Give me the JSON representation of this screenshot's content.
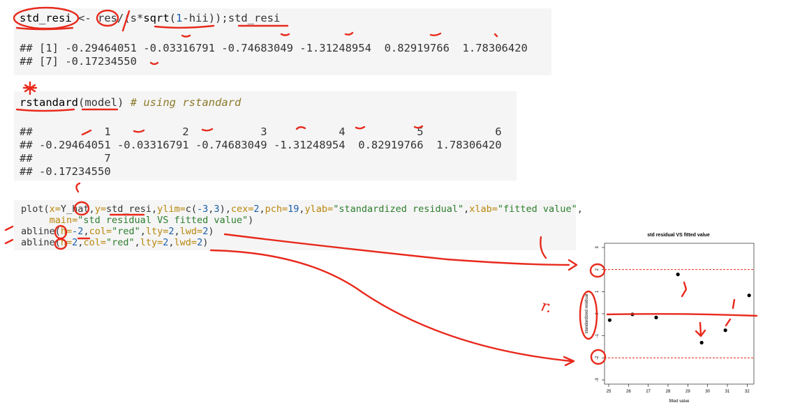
{
  "code_chunks": [
    {
      "input": {
        "var": "std_resi",
        "assign": " <- ",
        "res": "res",
        "slash": "/",
        "open": "(",
        "s_mult": "s*",
        "sqrt": "sqrt",
        "paren_open": "(",
        "one": "1",
        "minus_hii": "-hii",
        "close": "));",
        "tail": "std_resi"
      },
      "output_lines": [
        "## [1] -0.29464051 -0.03316791 -0.74683049 -1.31248954  0.82919766  1.78306420",
        "## [7] -0.17234550"
      ]
    },
    {
      "input": {
        "fn": "rstandard",
        "open": "(",
        "arg": "model",
        "close": ")",
        "comment": " # using rstandard"
      },
      "output_lines": [
        "##           1           2           3           4           5           6",
        "## -0.29464051 -0.03316791 -0.74683049 -1.31248954  0.82919766  1.78306420",
        "##           7",
        "## -0.17234550"
      ]
    },
    {
      "lines": [
        {
          "p1": "plot(",
          "a1": "x=",
          "p2": "Y_hat,",
          "a2": "y=",
          "p3": "std_resi,",
          "a3": "ylim=",
          "p4": "c(",
          "n1": "-3",
          "p5": ",",
          "n2": "3",
          "p6": "),",
          "a4": "cex=",
          "n3": "2",
          "p7": ",",
          "a5": "pch=",
          "n4": "19",
          "p8": ",",
          "a6": "ylab=",
          "s1": "\"standardized residual\"",
          "p9": ",",
          "a7": "xlab=",
          "s2": "\"fitted value\"",
          "p10": ","
        },
        {
          "indent": "     ",
          "a1": "main=",
          "s1": "\"std residual VS fitted value\"",
          "p1": ")"
        },
        {
          "p1": "abline(",
          "a1": "h=",
          "n1": "-2",
          "p2": ",",
          "a2": "col=",
          "s1": "\"red\"",
          "p3": ",",
          "a3": "lty=",
          "n2": "2",
          "p4": ",",
          "a4": "lwd=",
          "n3": "2",
          "p5": ")"
        },
        {
          "p1": "abline(",
          "a1": "h=",
          "n1": "2",
          "p2": ",",
          "a2": "col=",
          "s1": "\"red\"",
          "p3": ",",
          "a3": "lty=",
          "n2": "2",
          "p4": ",",
          "a4": "lwd=",
          "n3": "2",
          "p5": ")"
        }
      ]
    }
  ],
  "annotation": {
    "handwritten_label": "r.",
    "ink_color": "#e8291c"
  },
  "chart_data": {
    "type": "scatter",
    "title": "std residual VS fitted value",
    "xlabel": "fitted value",
    "ylabel": "standardized residual",
    "xlim": [
      25,
      32.2
    ],
    "ylim": [
      -3,
      3
    ],
    "xticks": [
      "25",
      "26",
      "27",
      "28",
      "29",
      "30",
      "31",
      "32"
    ],
    "yticks": [
      "-3",
      "-2",
      "-1",
      "0",
      "1",
      "2",
      "3"
    ],
    "points": [
      {
        "x": 25.05,
        "y": -0.29
      },
      {
        "x": 26.2,
        "y": -0.03
      },
      {
        "x": 27.4,
        "y": -0.17
      },
      {
        "x": 28.5,
        "y": 1.78
      },
      {
        "x": 29.7,
        "y": -1.31
      },
      {
        "x": 30.9,
        "y": -0.75
      },
      {
        "x": 32.1,
        "y": 0.83
      }
    ],
    "hlines": [
      {
        "y": 2,
        "color": "#e8291c",
        "dash": true
      },
      {
        "y": -2,
        "color": "#e8291c",
        "dash": true
      }
    ],
    "point_color": "#000000"
  }
}
